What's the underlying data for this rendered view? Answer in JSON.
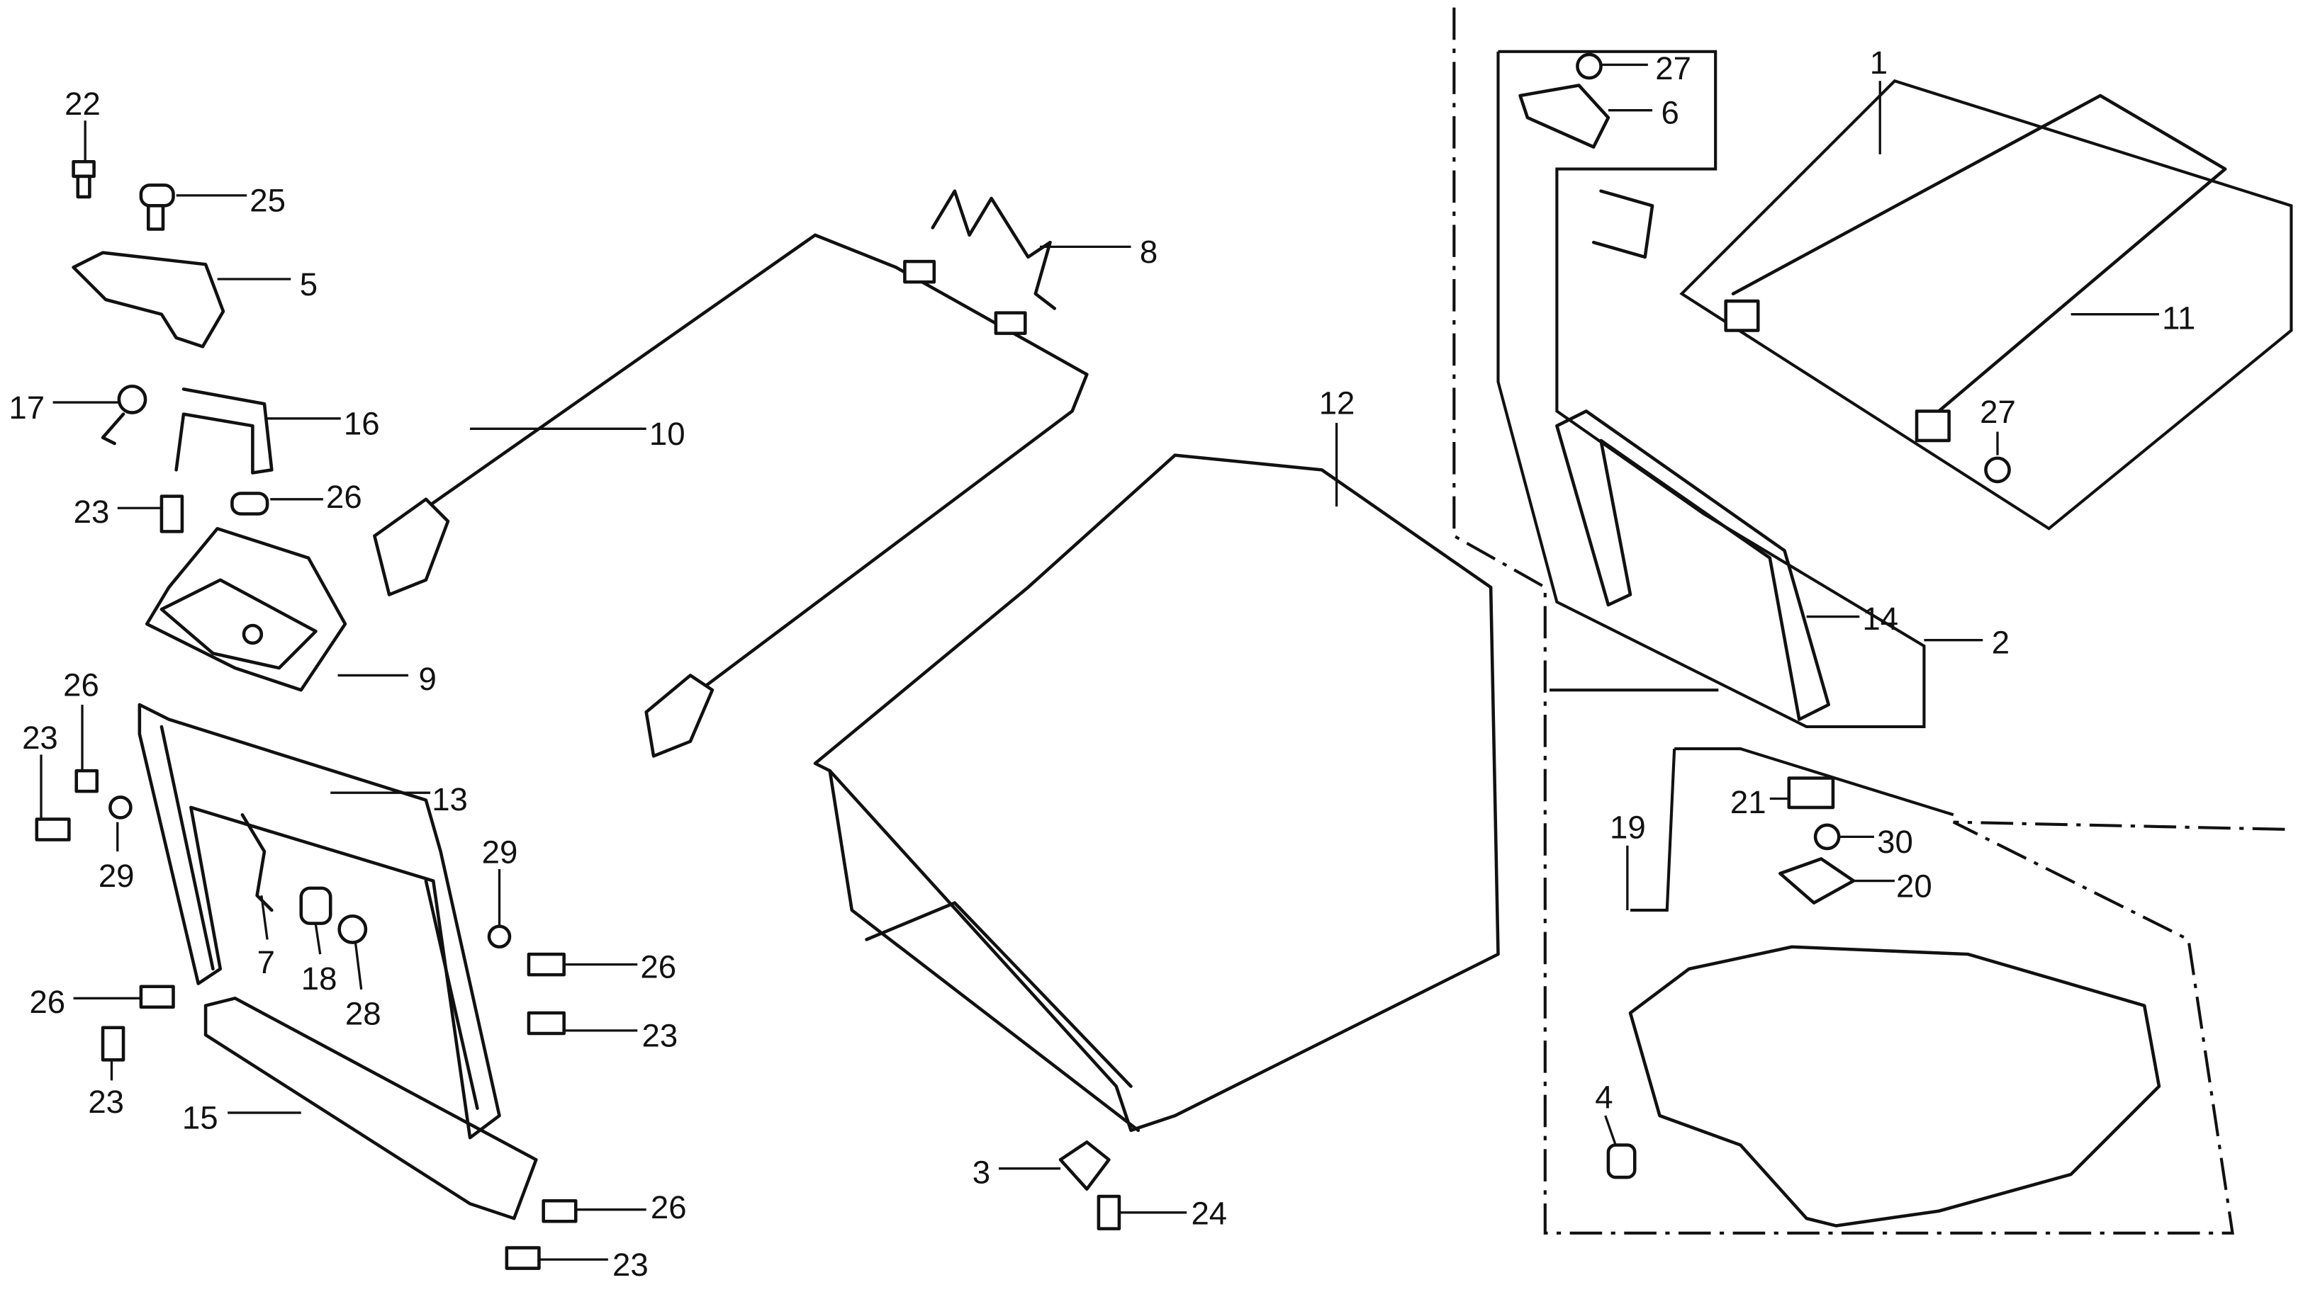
{
  "diagram": {
    "title": "Parts diagram - grass bag / frame assembly",
    "callouts": [
      "22",
      "25",
      "5",
      "17",
      "16",
      "23",
      "26",
      "10",
      "8",
      "9",
      "26",
      "23",
      "29",
      "13",
      "7",
      "18",
      "28",
      "29",
      "26",
      "26",
      "23",
      "23",
      "15",
      "26",
      "23",
      "3",
      "24",
      "12",
      "27",
      "6",
      "1",
      "11",
      "27",
      "14",
      "2",
      "19",
      "21",
      "30",
      "20",
      "4"
    ]
  }
}
